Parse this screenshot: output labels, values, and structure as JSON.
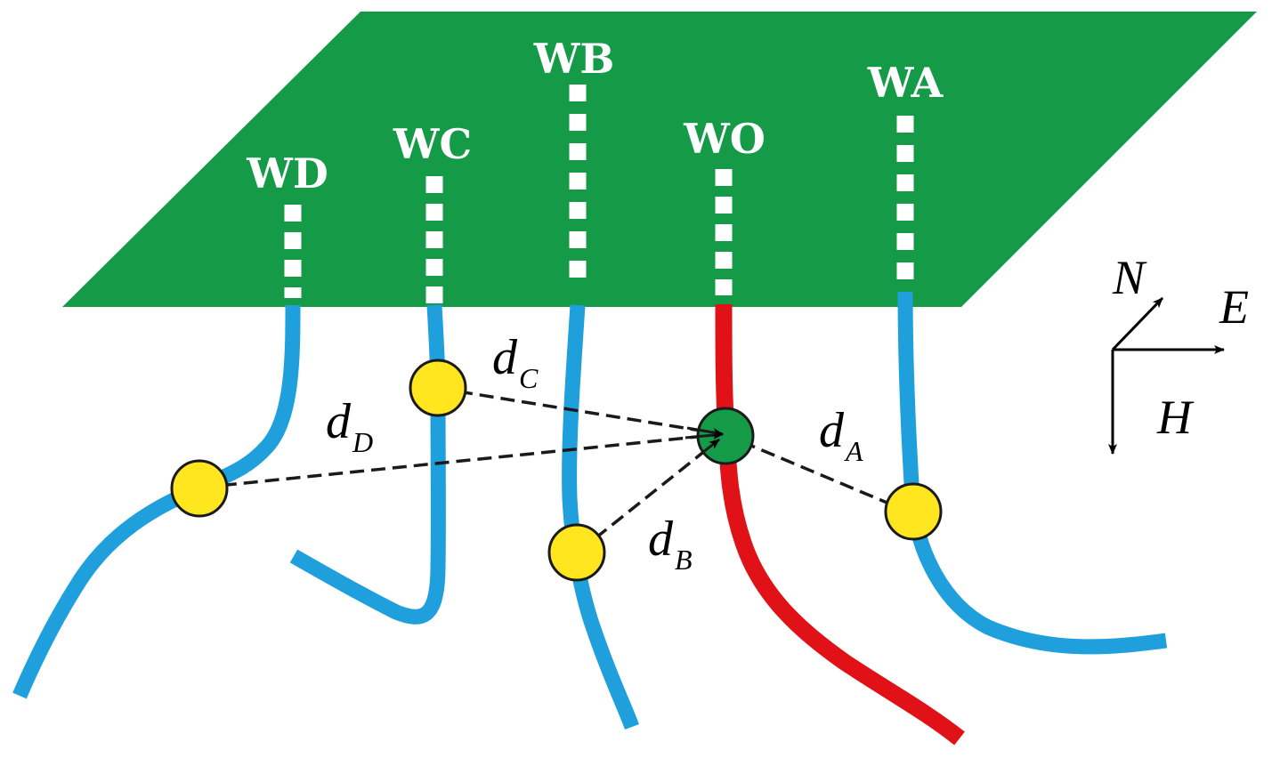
{
  "colors": {
    "plane": "#159A48",
    "offset_well": "#1FA0DC",
    "target_well": "#E01218",
    "point_marker": "#FFE61E",
    "target_marker": "#159A48",
    "marker_outline": "#1a1a1a",
    "vertical_segment": "#ffffff"
  },
  "wells": [
    {
      "label": "WD",
      "role": "offset"
    },
    {
      "label": "WC",
      "role": "offset"
    },
    {
      "label": "WB",
      "role": "offset"
    },
    {
      "label": "WO",
      "role": "target"
    },
    {
      "label": "WA",
      "role": "offset"
    }
  ],
  "distances": [
    {
      "symbol": "d",
      "subscript": "D"
    },
    {
      "symbol": "d",
      "subscript": "C"
    },
    {
      "symbol": "d",
      "subscript": "B"
    },
    {
      "symbol": "d",
      "subscript": "A"
    }
  ],
  "axes": {
    "north": "N",
    "east": "E",
    "depth": "H"
  }
}
